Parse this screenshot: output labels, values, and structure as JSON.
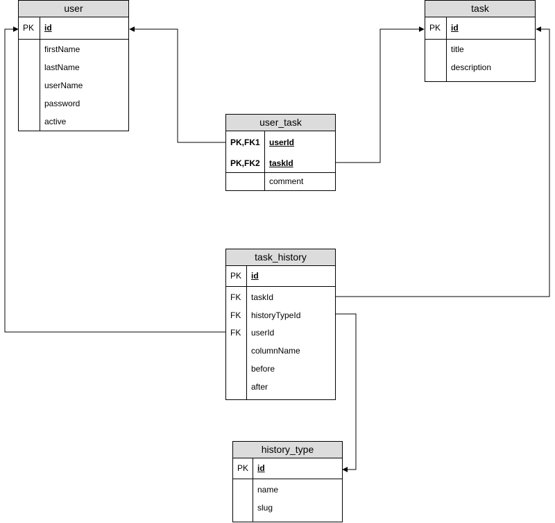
{
  "entities": {
    "user": {
      "title": "user",
      "pk_key": "PK",
      "pk_field": "id",
      "fields": [
        "firstName",
        "lastName",
        "userName",
        "password",
        "active"
      ]
    },
    "task": {
      "title": "task",
      "pk_key": "PK",
      "pk_field": "id",
      "fields": [
        "title",
        "description"
      ]
    },
    "user_task": {
      "title": "user_task",
      "keys": [
        {
          "key": "PK,FK1",
          "field": "userId"
        },
        {
          "key": "PK,FK2",
          "field": "taskId"
        }
      ],
      "fields": [
        "comment"
      ]
    },
    "task_history": {
      "title": "task_history",
      "pk_key": "PK",
      "pk_field": "id",
      "rows": [
        {
          "key": "FK",
          "field": "taskId"
        },
        {
          "key": "FK",
          "field": "historyTypeId"
        },
        {
          "key": "FK",
          "field": "userId"
        },
        {
          "key": "",
          "field": "columnName"
        },
        {
          "key": "",
          "field": "before"
        },
        {
          "key": "",
          "field": "after"
        }
      ]
    },
    "history_type": {
      "title": "history_type",
      "pk_key": "PK",
      "pk_field": "id",
      "fields": [
        "name",
        "slug"
      ]
    }
  }
}
